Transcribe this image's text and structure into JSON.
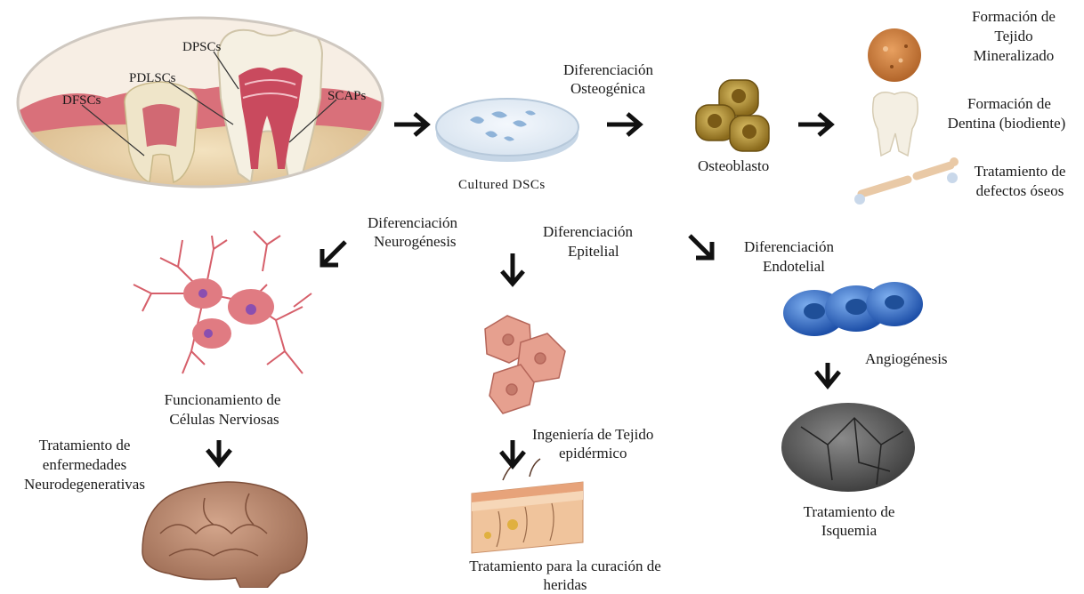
{
  "tooth_labels": {
    "dpscs": "DPSCs",
    "pdlscs": "PDLSCs",
    "dfscs": "DFSCs",
    "scaps": "SCAPs"
  },
  "culture": {
    "label": "Cultured DSCs"
  },
  "osteogenic": {
    "title_line1": "Diferenciación",
    "title_line2": "Osteogénica",
    "cell_label": "Osteoblasto",
    "outcomes": [
      {
        "lines": [
          "Formación de",
          "Tejido",
          "Mineralizado"
        ]
      },
      {
        "lines": [
          "Formación de",
          "Dentina (biodiente)"
        ]
      },
      {
        "lines": [
          "Tratamiento de",
          "defectos óseos"
        ]
      }
    ]
  },
  "neurogenic": {
    "title_line1": "Diferenciación",
    "title_line2": "Neurogénesis",
    "outcome_line1": "Funcionamiento de",
    "outcome_line2": "Células Nerviosas",
    "treatment_lines": [
      "Tratamiento de",
      "enfermedades",
      "Neurodegenerativas"
    ]
  },
  "epithelial": {
    "title_line1": "Diferenciación",
    "title_line2": "Epitelial",
    "outcome_line1": "Ingeniería de Tejido",
    "outcome_line2": "epidérmico",
    "treatment_line1": "Tratamiento para la curación de",
    "treatment_line2": "heridas"
  },
  "endothelial": {
    "title_line1": "Diferenciación",
    "title_line2": "Endotelial",
    "outcome": "Angiogénesis",
    "treatment_line1": "Tratamiento de",
    "treatment_line2": "Isquemia"
  },
  "colors": {
    "gum": "#d9707a",
    "bone": "#ead3a8",
    "tooth": "#f5f0e2",
    "pulp": "#c94a5e",
    "osteoblast": "#b8902f",
    "neuron": "#e07b82",
    "nucleus_purple": "#8a4fb0",
    "epithelial": "#e6a08f",
    "endothelial": "#2f6fd0",
    "ischemia": "#555555",
    "brain": "#b7856d"
  }
}
